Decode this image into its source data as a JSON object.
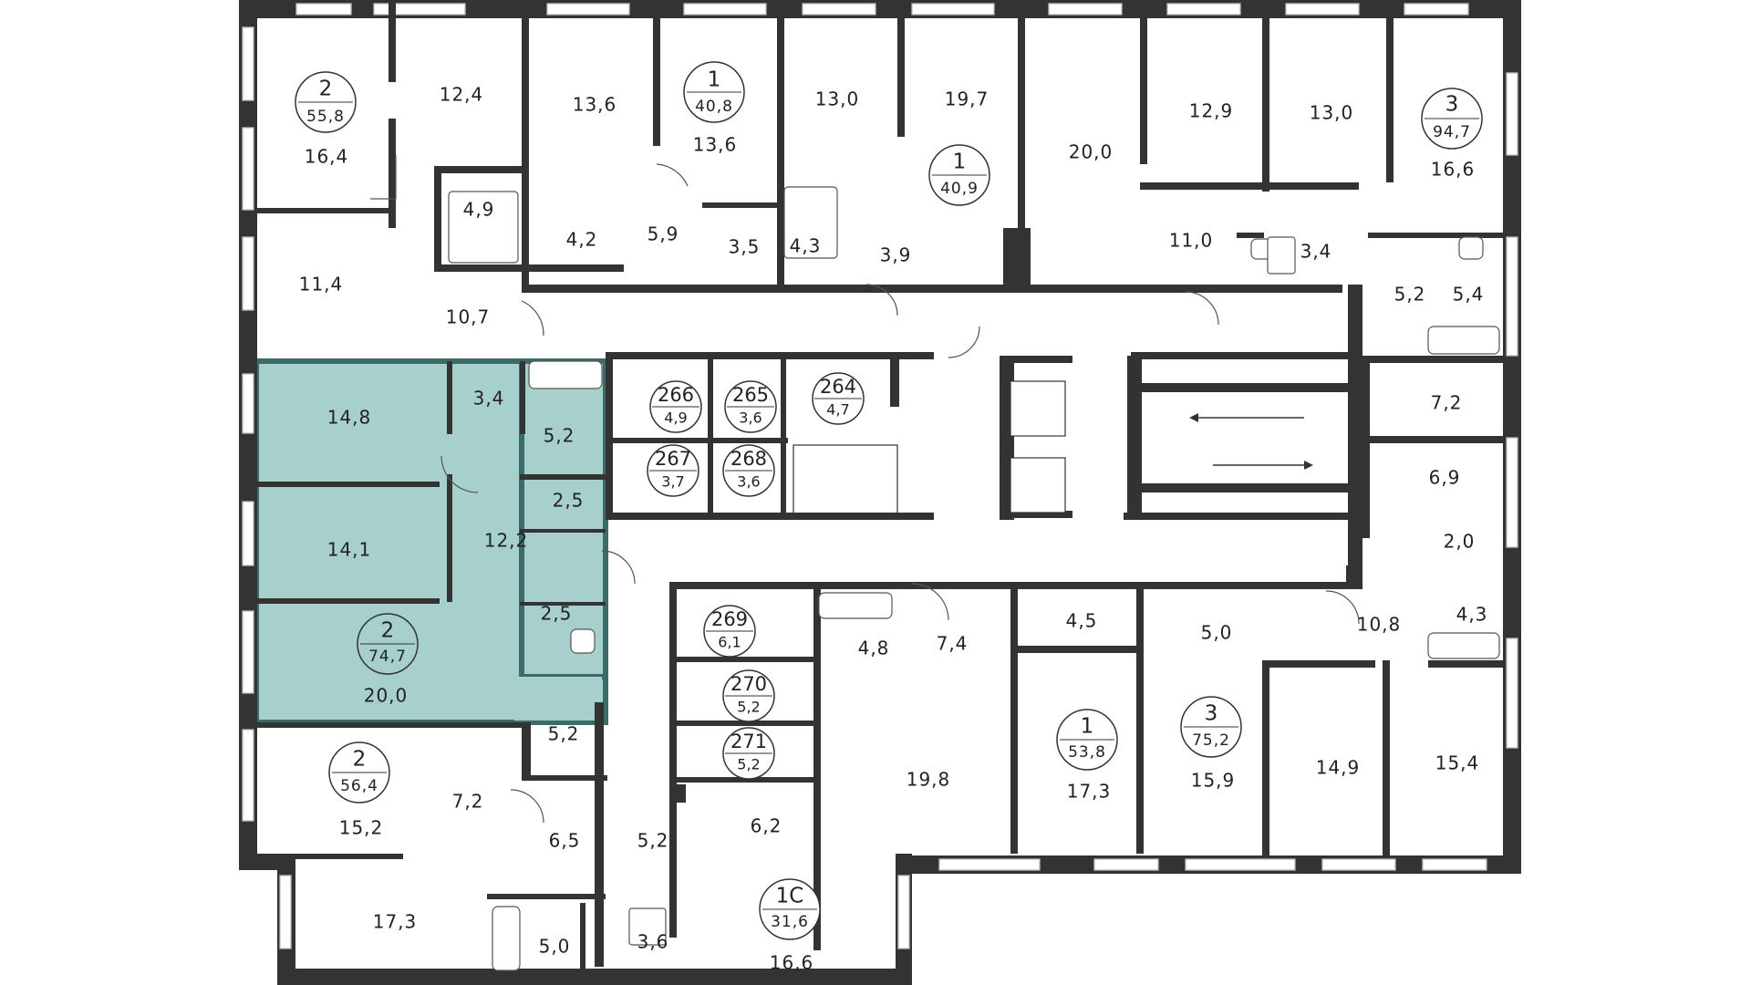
{
  "colors": {
    "wall": "#333333",
    "selected_fill": "#a7cfcc",
    "selected_border": "#3a6d69",
    "background": "#ffffff"
  },
  "apartments": [
    {
      "id": "apt-top-left",
      "rooms": "2",
      "area": "55,8"
    },
    {
      "id": "apt-top-mid",
      "rooms": "1",
      "area": "40,8"
    },
    {
      "id": "apt-top-mid2",
      "rooms": "1",
      "area": "40,9"
    },
    {
      "id": "apt-top-right",
      "rooms": "3",
      "area": "94,7"
    },
    {
      "id": "apt-selected",
      "rooms": "2",
      "area": "74,7"
    },
    {
      "id": "apt-left-lower",
      "rooms": "2",
      "area": "56,4"
    },
    {
      "id": "apt-bottom-mid",
      "rooms": "1",
      "area": "53,8"
    },
    {
      "id": "apt-bottom-right",
      "rooms": "3",
      "area": "75,2"
    },
    {
      "id": "apt-studio",
      "rooms": "1С",
      "area": "31,6"
    }
  ],
  "storerooms": [
    {
      "id": "266",
      "number": "266",
      "area": "4,9"
    },
    {
      "id": "265",
      "number": "265",
      "area": "3,6"
    },
    {
      "id": "264",
      "number": "264",
      "area": "4,7"
    },
    {
      "id": "267",
      "number": "267",
      "area": "3,7"
    },
    {
      "id": "268",
      "number": "268",
      "area": "3,6"
    },
    {
      "id": "269",
      "number": "269",
      "area": "6,1"
    },
    {
      "id": "270",
      "number": "270",
      "area": "5,2"
    },
    {
      "id": "271",
      "number": "271",
      "area": "5,2"
    }
  ],
  "rooms": [
    "16,4",
    "12,4",
    "13,6",
    "13,6",
    "13,0",
    "19,7",
    "20,0",
    "12,9",
    "13,0",
    "16,6",
    "4,9",
    "4,2",
    "5,9",
    "3,5",
    "4,3",
    "3,9",
    "11,0",
    "3,4",
    "5,2",
    "5,4",
    "11,4",
    "10,7",
    "7,2",
    "6,9",
    "2,0",
    "10,8",
    "4,3",
    "14,8",
    "3,4",
    "5,2",
    "2,5",
    "14,1",
    "12,2",
    "2,5",
    "20,0",
    "4,8",
    "7,4",
    "4,5",
    "5,0",
    "5,2",
    "19,8",
    "17,3",
    "15,9",
    "14,9",
    "15,4",
    "7,2",
    "15,2",
    "6,5",
    "5,2",
    "6,2",
    "17,3",
    "5,0",
    "3,6",
    "16,6"
  ]
}
